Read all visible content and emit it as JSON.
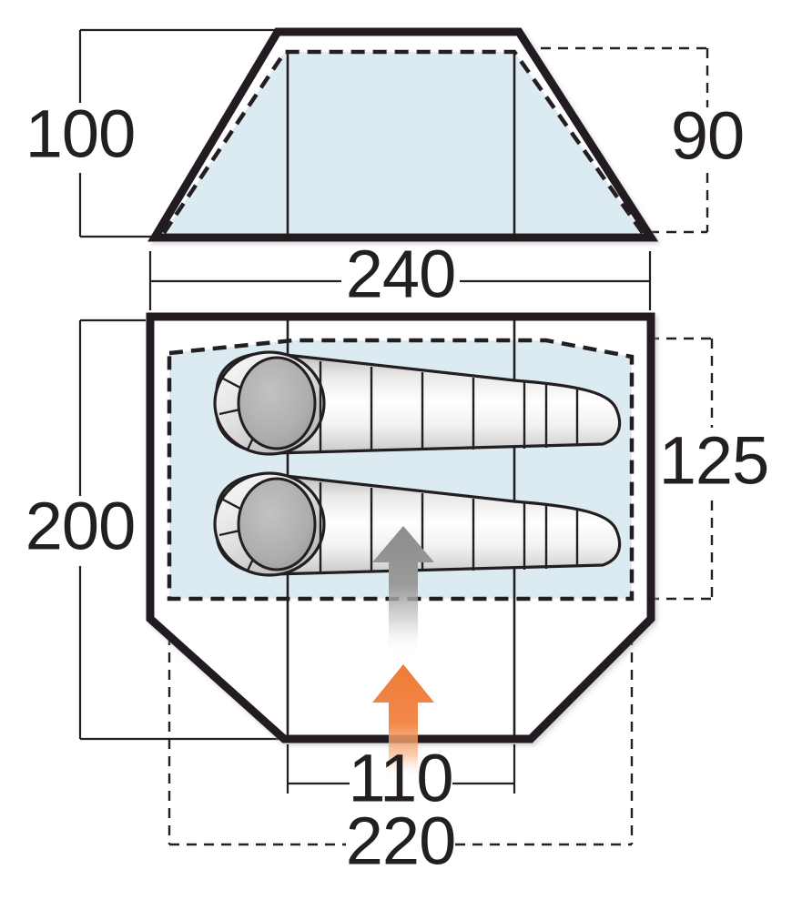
{
  "diagram": {
    "kind": "tent-dimension-drawing",
    "units": "cm",
    "views": [
      {
        "id": "elevation",
        "name": "front-elevation-view"
      },
      {
        "id": "floorplan",
        "name": "floor-plan-view"
      }
    ],
    "colors": {
      "outline": "#231f20",
      "inner_fill": "#dceaf2",
      "dimension_line": "#231f20",
      "arrow_entrance": "#f08040",
      "arrow_inner": "#8c8c8c",
      "sleeping_bag_light": "#ffffff",
      "sleeping_bag_mid": "#d4d4d4",
      "sleeping_bag_dark": "#a8a8a8",
      "background": "#ffffff"
    }
  },
  "dimensions": {
    "elevation_height_peak": "100",
    "elevation_height_inner": "90",
    "elevation_width": "240",
    "plan_length_outer": "200",
    "plan_width_inner": "125",
    "plan_door_width": "110",
    "plan_width_outer": "220"
  },
  "labels": {
    "height_100": {
      "value": "100",
      "view": "elevation",
      "side": "left"
    },
    "height_90": {
      "value": "90",
      "view": "elevation",
      "side": "right"
    },
    "width_240": {
      "value": "240",
      "view": "elevation",
      "side": "bottom"
    },
    "length_200": {
      "value": "200",
      "view": "floorplan",
      "side": "left"
    },
    "width_125": {
      "value": "125",
      "view": "floorplan",
      "side": "right"
    },
    "door_110": {
      "value": "110",
      "view": "floorplan",
      "side": "bottom"
    },
    "width_220": {
      "value": "220",
      "view": "floorplan",
      "side": "bottom"
    }
  },
  "features": {
    "sleeping_bags_count": 2,
    "entrance_arrow": "orange-up-arrow",
    "inner_arrow": "gray-up-arrow"
  }
}
